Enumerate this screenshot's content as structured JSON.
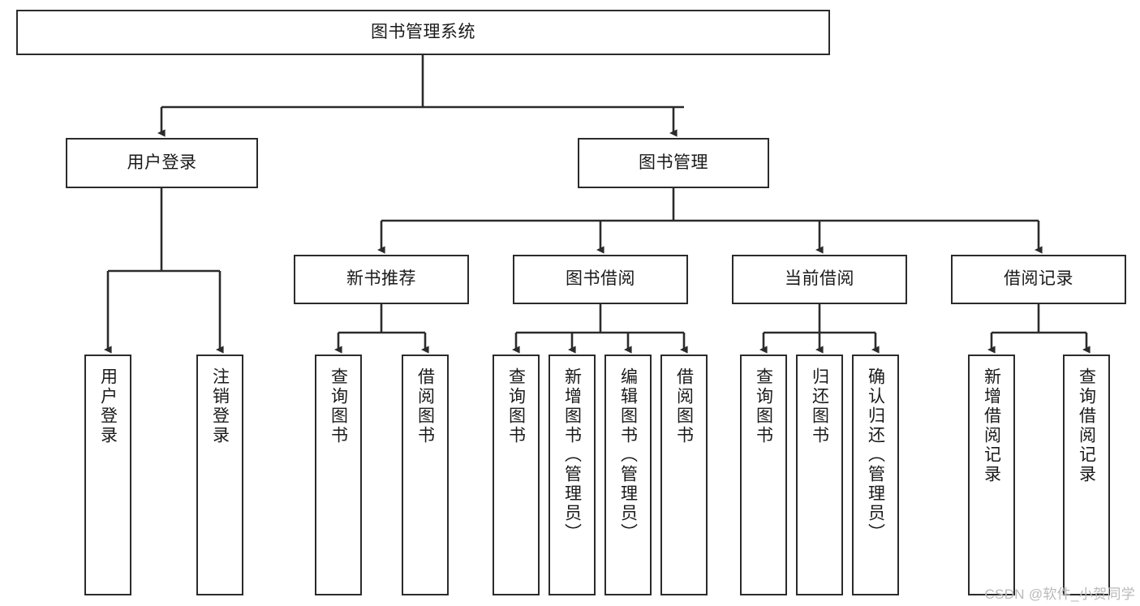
{
  "diagram": {
    "title": "图书管理系统",
    "type": "tree-hierarchy",
    "watermark": "CSDN @软件_小贺同学",
    "colors": {
      "node_border": "#2b2b2b",
      "node_fill": "#ffffff",
      "edge": "#2b2b2b",
      "text": "#1a1a1a",
      "watermark": "#b9b9b9",
      "background": "#ffffff"
    },
    "root": {
      "id": "root",
      "label": "图书管理系统"
    },
    "level1": [
      {
        "id": "l1-0",
        "label": "用户登录"
      },
      {
        "id": "l1-1",
        "label": "图书管理"
      }
    ],
    "level2": [
      {
        "id": "l2-0",
        "label": "新书推荐",
        "parent": "l1-1"
      },
      {
        "id": "l2-1",
        "label": "图书借阅",
        "parent": "l1-1"
      },
      {
        "id": "l2-2",
        "label": "当前借阅",
        "parent": "l1-1"
      },
      {
        "id": "l2-3",
        "label": "借阅记录",
        "parent": "l1-1"
      }
    ],
    "leaves": [
      {
        "id": "lf-0",
        "label": "用户登录",
        "parent": "l1-0"
      },
      {
        "id": "lf-1",
        "label": "注销登录",
        "parent": "l1-0"
      },
      {
        "id": "lf-2",
        "label": "查询图书",
        "parent": "l2-0"
      },
      {
        "id": "lf-3",
        "label": "借阅图书",
        "parent": "l2-0"
      },
      {
        "id": "lf-4",
        "label": "查询图书",
        "parent": "l2-1"
      },
      {
        "id": "lf-5",
        "label": "新增图书（管理员）",
        "parent": "l2-1"
      },
      {
        "id": "lf-6",
        "label": "编辑图书（管理员）",
        "parent": "l2-1"
      },
      {
        "id": "lf-7",
        "label": "借阅图书",
        "parent": "l2-1"
      },
      {
        "id": "lf-8",
        "label": "查询图书",
        "parent": "l2-2"
      },
      {
        "id": "lf-9",
        "label": "归还图书",
        "parent": "l2-2"
      },
      {
        "id": "lf-10",
        "label": "确认归还（管理员）",
        "parent": "l2-2"
      },
      {
        "id": "lf-11",
        "label": "新增借阅记录",
        "parent": "l2-3"
      },
      {
        "id": "lf-12",
        "label": "查询借阅记录",
        "parent": "l2-3"
      }
    ]
  }
}
